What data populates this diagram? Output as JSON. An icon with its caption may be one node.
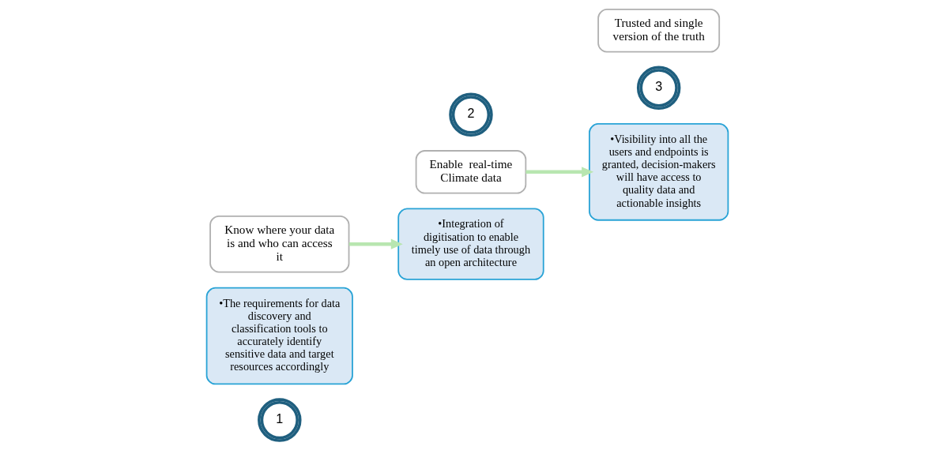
{
  "diagram": {
    "nodes": [
      {
        "text": [
          "1"
        ]
      },
      {
        "text": [
          "•The requirements for data discovery and classification tools to accurately identify sensitive data and target resources accordingly"
        ]
      },
      {
        "text": [
          "Know where your data is and who can access it"
        ]
      },
      {
        "text": [
          "•Integration of digitisation to enable timely use of data through an open architecture"
        ]
      },
      {
        "text": [
          "Enable  real-time Climate data"
        ]
      },
      {
        "text": [
          "2"
        ]
      },
      {
        "text": [
          "3"
        ]
      },
      {
        "text": [
          "•Visibility into all the users and endpoints is granted, decision-makers will have access to quality data and actionable insights"
        ]
      },
      {
        "text": [
          "Trusted and single version of the truth"
        ]
      }
    ],
    "edges": [
      {
        "from": 2,
        "to": 3,
        "arrow": "to"
      },
      {
        "from": 4,
        "to": 7,
        "arrow": "to"
      }
    ]
  }
}
